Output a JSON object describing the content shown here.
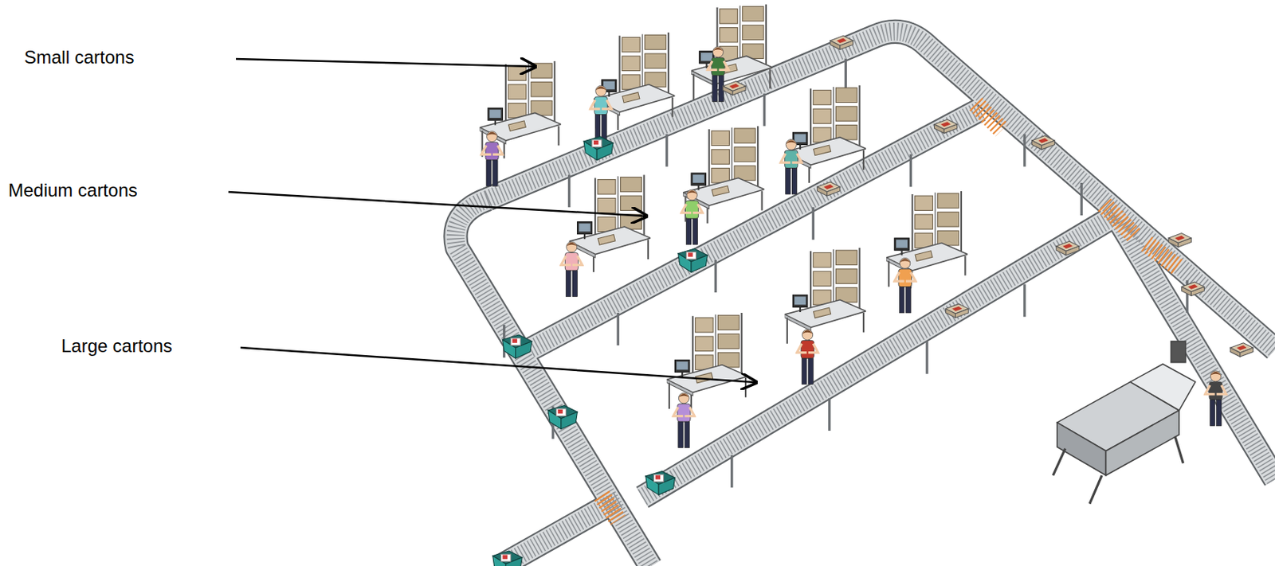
{
  "diagram": {
    "labels": [
      "Small cartons",
      "Medium cartons",
      "Large cartons"
    ]
  }
}
